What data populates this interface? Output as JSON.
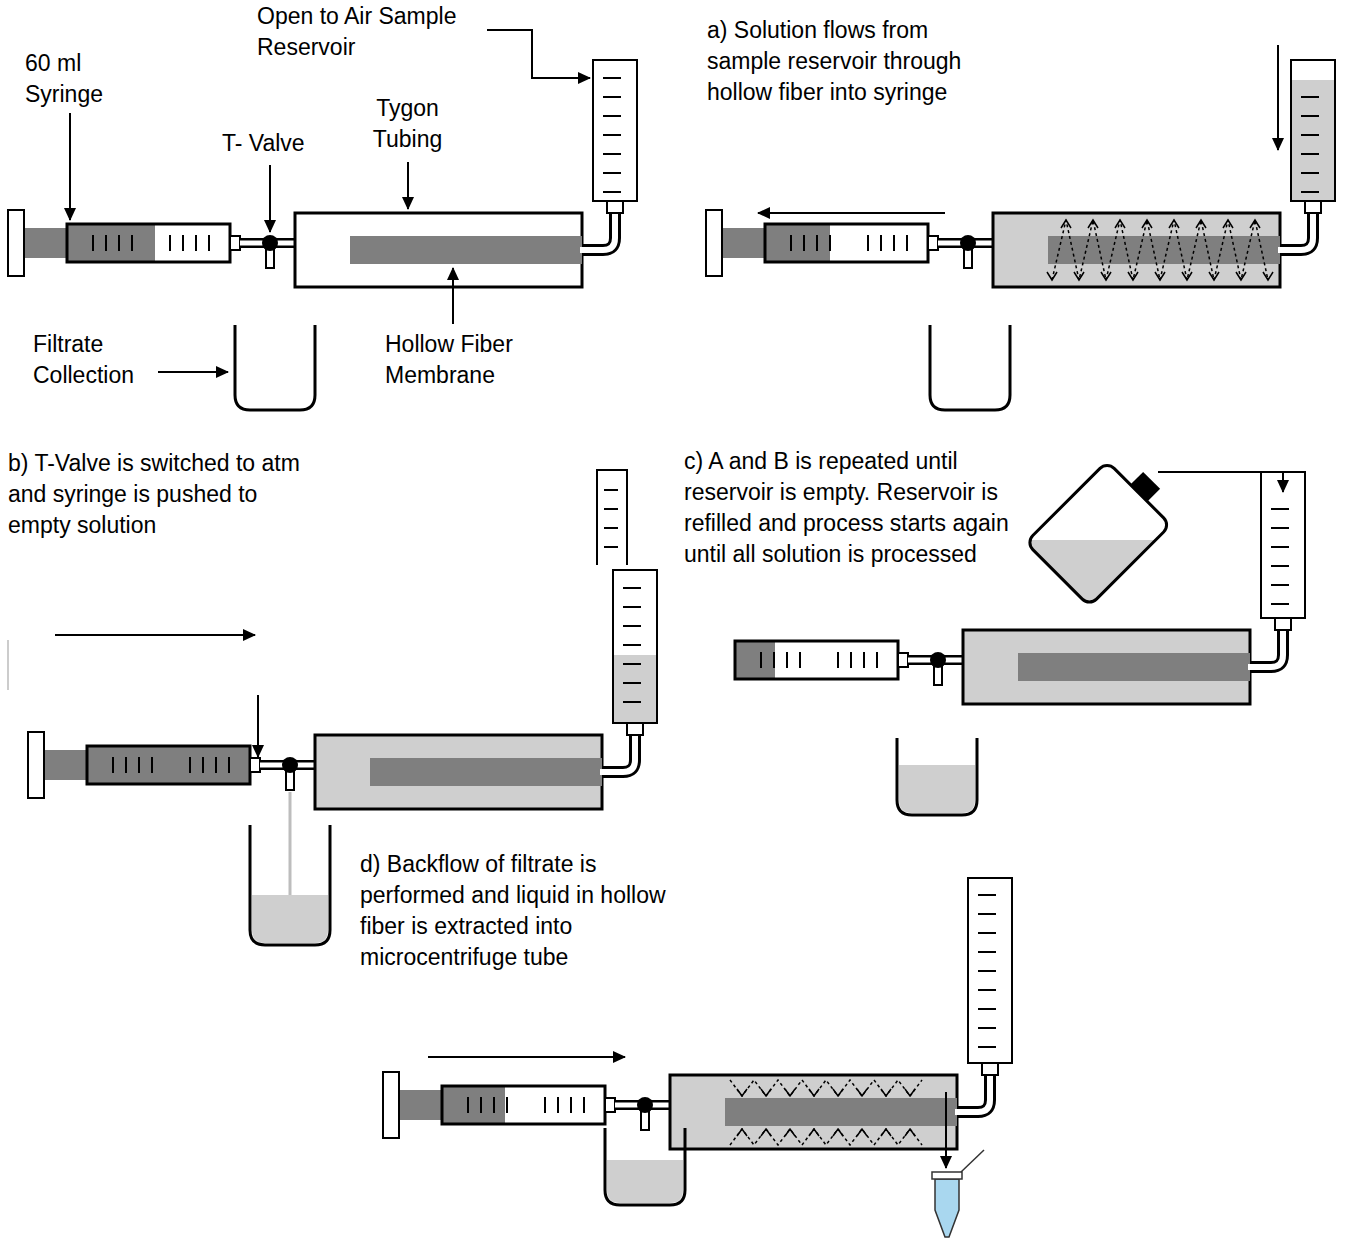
{
  "diagram": {
    "labels": [
      "Open to Air Sample Reservoir",
      "60 ml Syringe",
      "T- Valve",
      "Tygon Tubing",
      "Filtrate Collection",
      "Hollow Fiber Membrane",
      "a) Solution flows from sample reservoir through hollow fiber into syringe",
      "b) T-Valve is switched to atm and syringe is pushed to empty solution",
      "c) A and B is repeated until reservoir is empty. Reservoir is refilled and process starts again until all solution is processed",
      "d) Backflow of filtrate is performed and liquid in hollow fiber is extracted into microcentrifuge tube"
    ]
  }
}
